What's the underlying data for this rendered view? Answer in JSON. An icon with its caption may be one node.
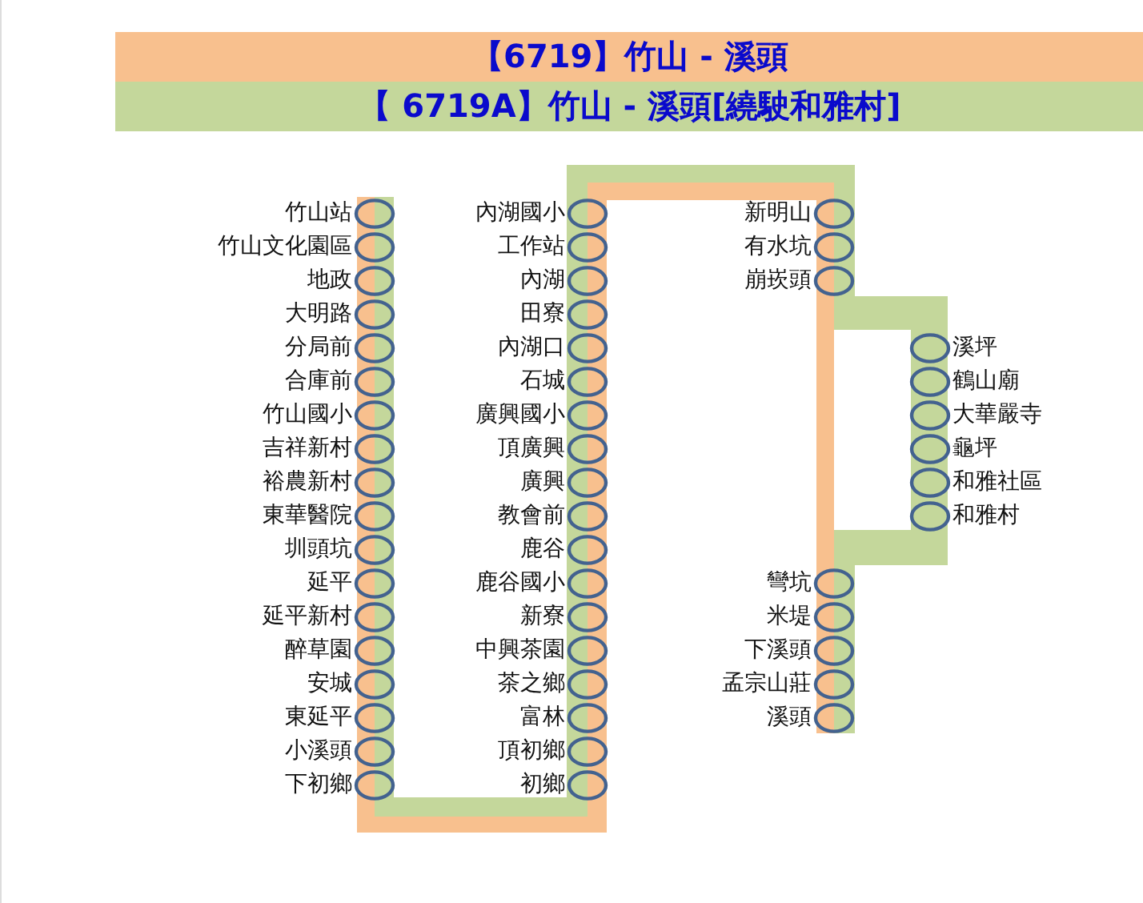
{
  "diagram": {
    "nodes": [
      {
        "text": [
          "竹山站"
        ]
      },
      {
        "text": [
          "竹山文化園區"
        ]
      },
      {
        "text": [
          "地政"
        ]
      },
      {
        "text": [
          "大明路"
        ]
      },
      {
        "text": [
          "分局前"
        ]
      },
      {
        "text": [
          "合庫前"
        ]
      },
      {
        "text": [
          "竹山國小"
        ]
      },
      {
        "text": [
          "吉祥新村"
        ]
      },
      {
        "text": [
          "裕農新村"
        ]
      },
      {
        "text": [
          "東華醫院"
        ]
      },
      {
        "text": [
          "圳頭坑"
        ]
      },
      {
        "text": [
          "延平"
        ]
      },
      {
        "text": [
          "延平新村"
        ]
      },
      {
        "text": [
          "醉草園"
        ]
      },
      {
        "text": [
          "安城"
        ]
      },
      {
        "text": [
          "東延平"
        ]
      },
      {
        "text": [
          "小溪頭"
        ]
      },
      {
        "text": [
          "下初鄉"
        ]
      },
      {
        "text": [
          "內湖國小"
        ]
      },
      {
        "text": [
          "工作站"
        ]
      },
      {
        "text": [
          "內湖"
        ]
      },
      {
        "text": [
          "田寮"
        ]
      },
      {
        "text": [
          "內湖口"
        ]
      },
      {
        "text": [
          "石城"
        ]
      },
      {
        "text": [
          "廣興國小"
        ]
      },
      {
        "text": [
          "頂廣興"
        ]
      },
      {
        "text": [
          "廣興"
        ]
      },
      {
        "text": [
          "教會前"
        ]
      },
      {
        "text": [
          "鹿谷"
        ]
      },
      {
        "text": [
          "鹿谷國小"
        ]
      },
      {
        "text": [
          "新寮"
        ]
      },
      {
        "text": [
          "中興茶園"
        ]
      },
      {
        "text": [
          "茶之鄉"
        ]
      },
      {
        "text": [
          "富林"
        ]
      },
      {
        "text": [
          "頂初鄉"
        ]
      },
      {
        "text": [
          "初鄉"
        ]
      },
      {
        "text": [
          "新明山"
        ]
      },
      {
        "text": [
          "有水坑"
        ]
      },
      {
        "text": [
          "崩崁頭"
        ]
      },
      {
        "text": [
          "溪坪"
        ]
      },
      {
        "text": [
          "鶴山廟"
        ]
      },
      {
        "text": [
          "大華嚴寺"
        ]
      },
      {
        "text": [
          "龜坪"
        ]
      },
      {
        "text": [
          "和雅社區"
        ]
      },
      {
        "text": [
          "和雅村"
        ]
      },
      {
        "text": [
          "彎坑"
        ]
      },
      {
        "text": [
          "米堤"
        ]
      },
      {
        "text": [
          "下溪頭"
        ]
      },
      {
        "text": [
          "孟宗山莊"
        ]
      },
      {
        "text": [
          "溪頭"
        ]
      }
    ],
    "legend": [
      {
        "text": "【6719】竹山 - 溪頭",
        "color": "#f8c08e"
      },
      {
        "text": "【 6719A】竹山 - 溪頭[繞駛和雅村]",
        "color": "#c4d79b"
      }
    ]
  }
}
